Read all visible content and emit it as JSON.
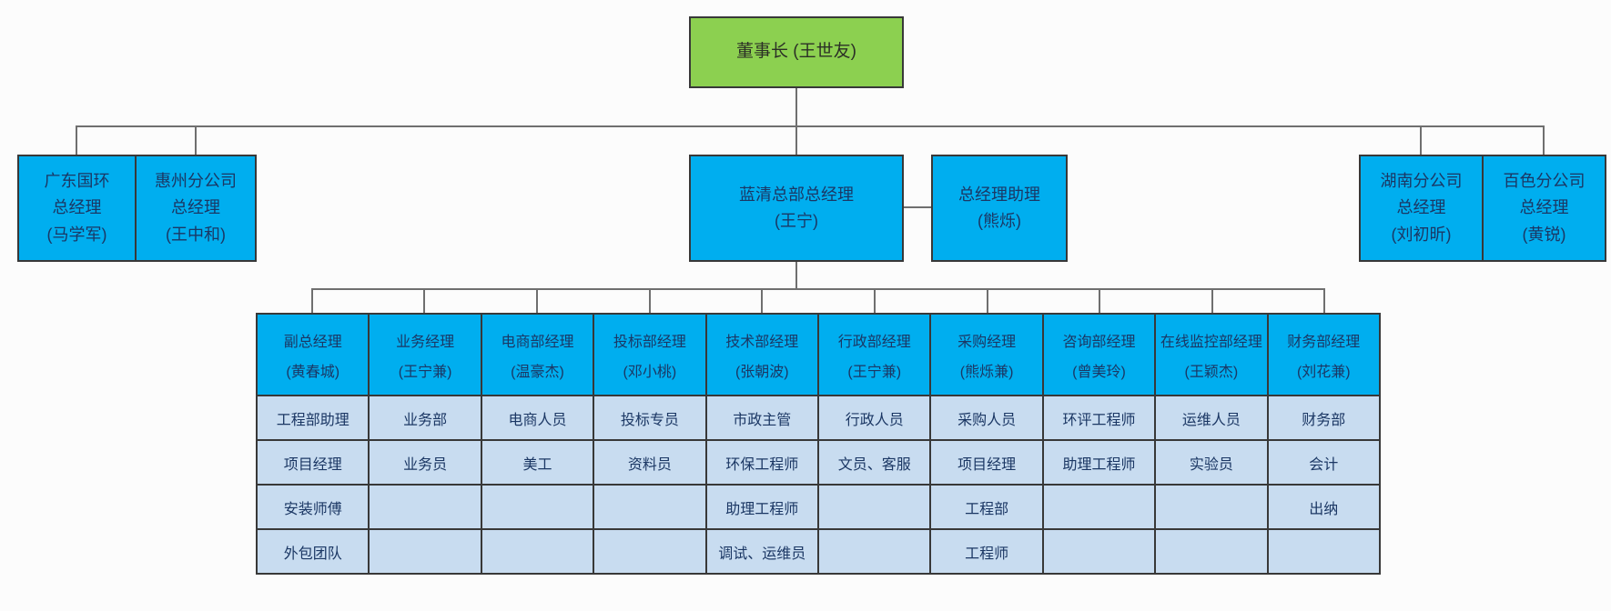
{
  "colors": {
    "page_bg": "#fcfcfc",
    "chairman_fill": "#8CD050",
    "chairman_text": "#2b2f26",
    "exec_fill": "#00AEEF",
    "cell_fill": "#C8DCF0",
    "border": "#383838",
    "connector": "#6f6f6f",
    "box_text": "#1b3764"
  },
  "chairman": {
    "label": "董事长 (王世友)"
  },
  "executives": [
    {
      "text": "广东国环\n总经理\n(马学军)"
    },
    {
      "text": "惠州分公司\n总经理\n(王中和)"
    },
    {
      "text": "蓝清总部总经理\n(王宁)"
    },
    {
      "text": "总经理助理\n(熊烁)"
    },
    {
      "text": "湖南分公司\n总经理\n(刘初昕)"
    },
    {
      "text": "百色分公司\n总经理\n(黄锐)"
    }
  ],
  "departments": [
    {
      "title": "副总经理",
      "name": "(黄春城)",
      "staff": [
        "工程部助理",
        "项目经理",
        "安装师傅",
        "外包团队"
      ]
    },
    {
      "title": "业务经理",
      "name": "(王宁兼)",
      "staff": [
        "业务部",
        "业务员",
        "",
        ""
      ]
    },
    {
      "title": "电商部经理",
      "name": "(温豪杰)",
      "staff": [
        "电商人员",
        "美工",
        "",
        ""
      ]
    },
    {
      "title": "投标部经理",
      "name": "(邓小桃)",
      "staff": [
        "投标专员",
        "资料员",
        "",
        ""
      ]
    },
    {
      "title": "技术部经理",
      "name": "(张朝波)",
      "staff": [
        "市政主管",
        "环保工程师",
        "助理工程师",
        "调试、运维员"
      ]
    },
    {
      "title": "行政部经理",
      "name": "(王宁兼)",
      "staff": [
        "行政人员",
        "文员、客服",
        "",
        ""
      ]
    },
    {
      "title": "采购经理",
      "name": "(熊烁兼)",
      "staff": [
        "采购人员",
        "项目经理",
        "工程部",
        "工程师"
      ]
    },
    {
      "title": "咨询部经理",
      "name": "(曾美玲)",
      "staff": [
        "环评工程师",
        "助理工程师",
        "",
        ""
      ]
    },
    {
      "title": "在线监控部经理",
      "name": "(王颖杰)",
      "staff": [
        "运维人员",
        "实验员",
        "",
        ""
      ]
    },
    {
      "title": "财务部经理",
      "name": "(刘花兼)",
      "staff": [
        "财务部",
        "会计",
        "出纳",
        ""
      ]
    }
  ]
}
